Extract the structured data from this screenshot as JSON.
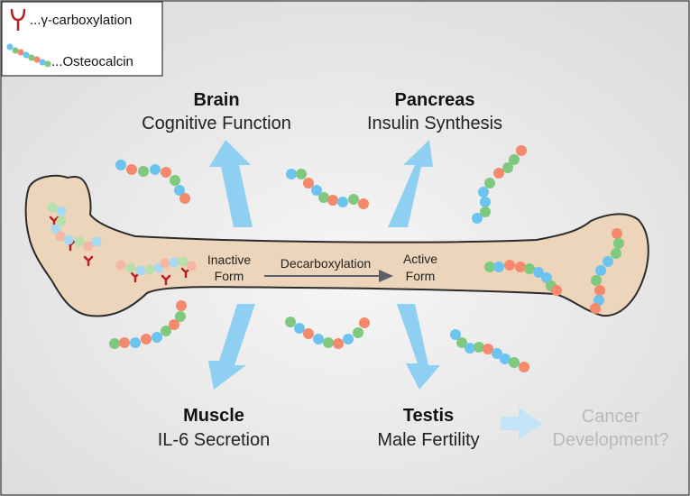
{
  "legend": {
    "items": [
      {
        "symbol": "y-shaped-carboxyl-icon",
        "label": "...γ-carboxylation"
      },
      {
        "symbol": "osteocalcin-chain-icon",
        "label": "...Osteocalcin"
      }
    ]
  },
  "targets": {
    "brain": {
      "title": "Brain",
      "function": "Cognitive Function"
    },
    "pancreas": {
      "title": "Pancreas",
      "function": "Insulin Synthesis"
    },
    "muscle": {
      "title": "Muscle",
      "function": "IL-6 Secretion"
    },
    "testis": {
      "title": "Testis",
      "function": "Male Fertility"
    }
  },
  "forms": {
    "inactive": [
      "Inactive",
      "Form"
    ],
    "active": [
      "Active",
      "Form"
    ],
    "process": "Decarboxylation"
  },
  "cancer": [
    "Cancer",
    "Development?"
  ],
  "colors": {
    "background": "#ececec",
    "bone_fill": "#ecd5ba",
    "bone_stroke": "#2b2b2b",
    "arrow": "#8fd0f2",
    "carboxyl": "#b52025",
    "bead_green": "#7fc97f",
    "bead_orange": "#f4896b",
    "bead_blue": "#6cc3f0",
    "bead_green_faded": "#b7dfa7",
    "bead_orange_faded": "#f3b7a4",
    "bead_blue_faded": "#a8d9f2",
    "faded_text": "#b9b9b9",
    "process_arrow": "#5a6066"
  }
}
